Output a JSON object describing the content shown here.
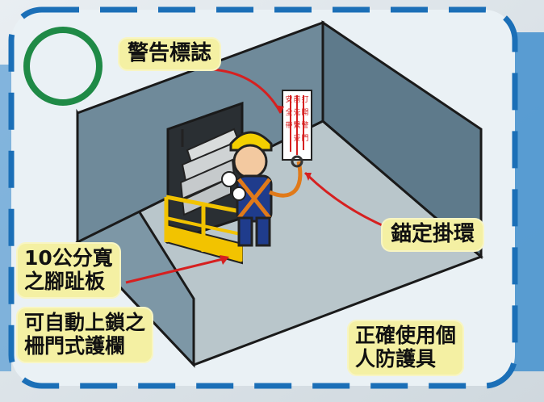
{
  "labels": {
    "warning_sign": "警告標誌",
    "anchor_ring": "錨定掛環",
    "toe_board_line1": "10公分寬",
    "toe_board_line2": "之腳趾板",
    "gate_rail_line1": "可自動上鎖之",
    "gate_rail_line2": "柵門式護欄",
    "ppe_line1": "正確使用個",
    "ppe_line2": "人防護具",
    "sign_text": "打開警門前先繫妥安全帶"
  },
  "colors": {
    "border_blue": "#1b6fb7",
    "check_circle_green": "#1f8a46",
    "wall": "#6f8a9a",
    "floor": "#b9c6cb",
    "callout_bg": "#f4f0a3",
    "arrow_red": "#d62020",
    "guardrail_yellow": "#f2c300"
  },
  "icons": {
    "check_mark": "green-circle-icon"
  }
}
